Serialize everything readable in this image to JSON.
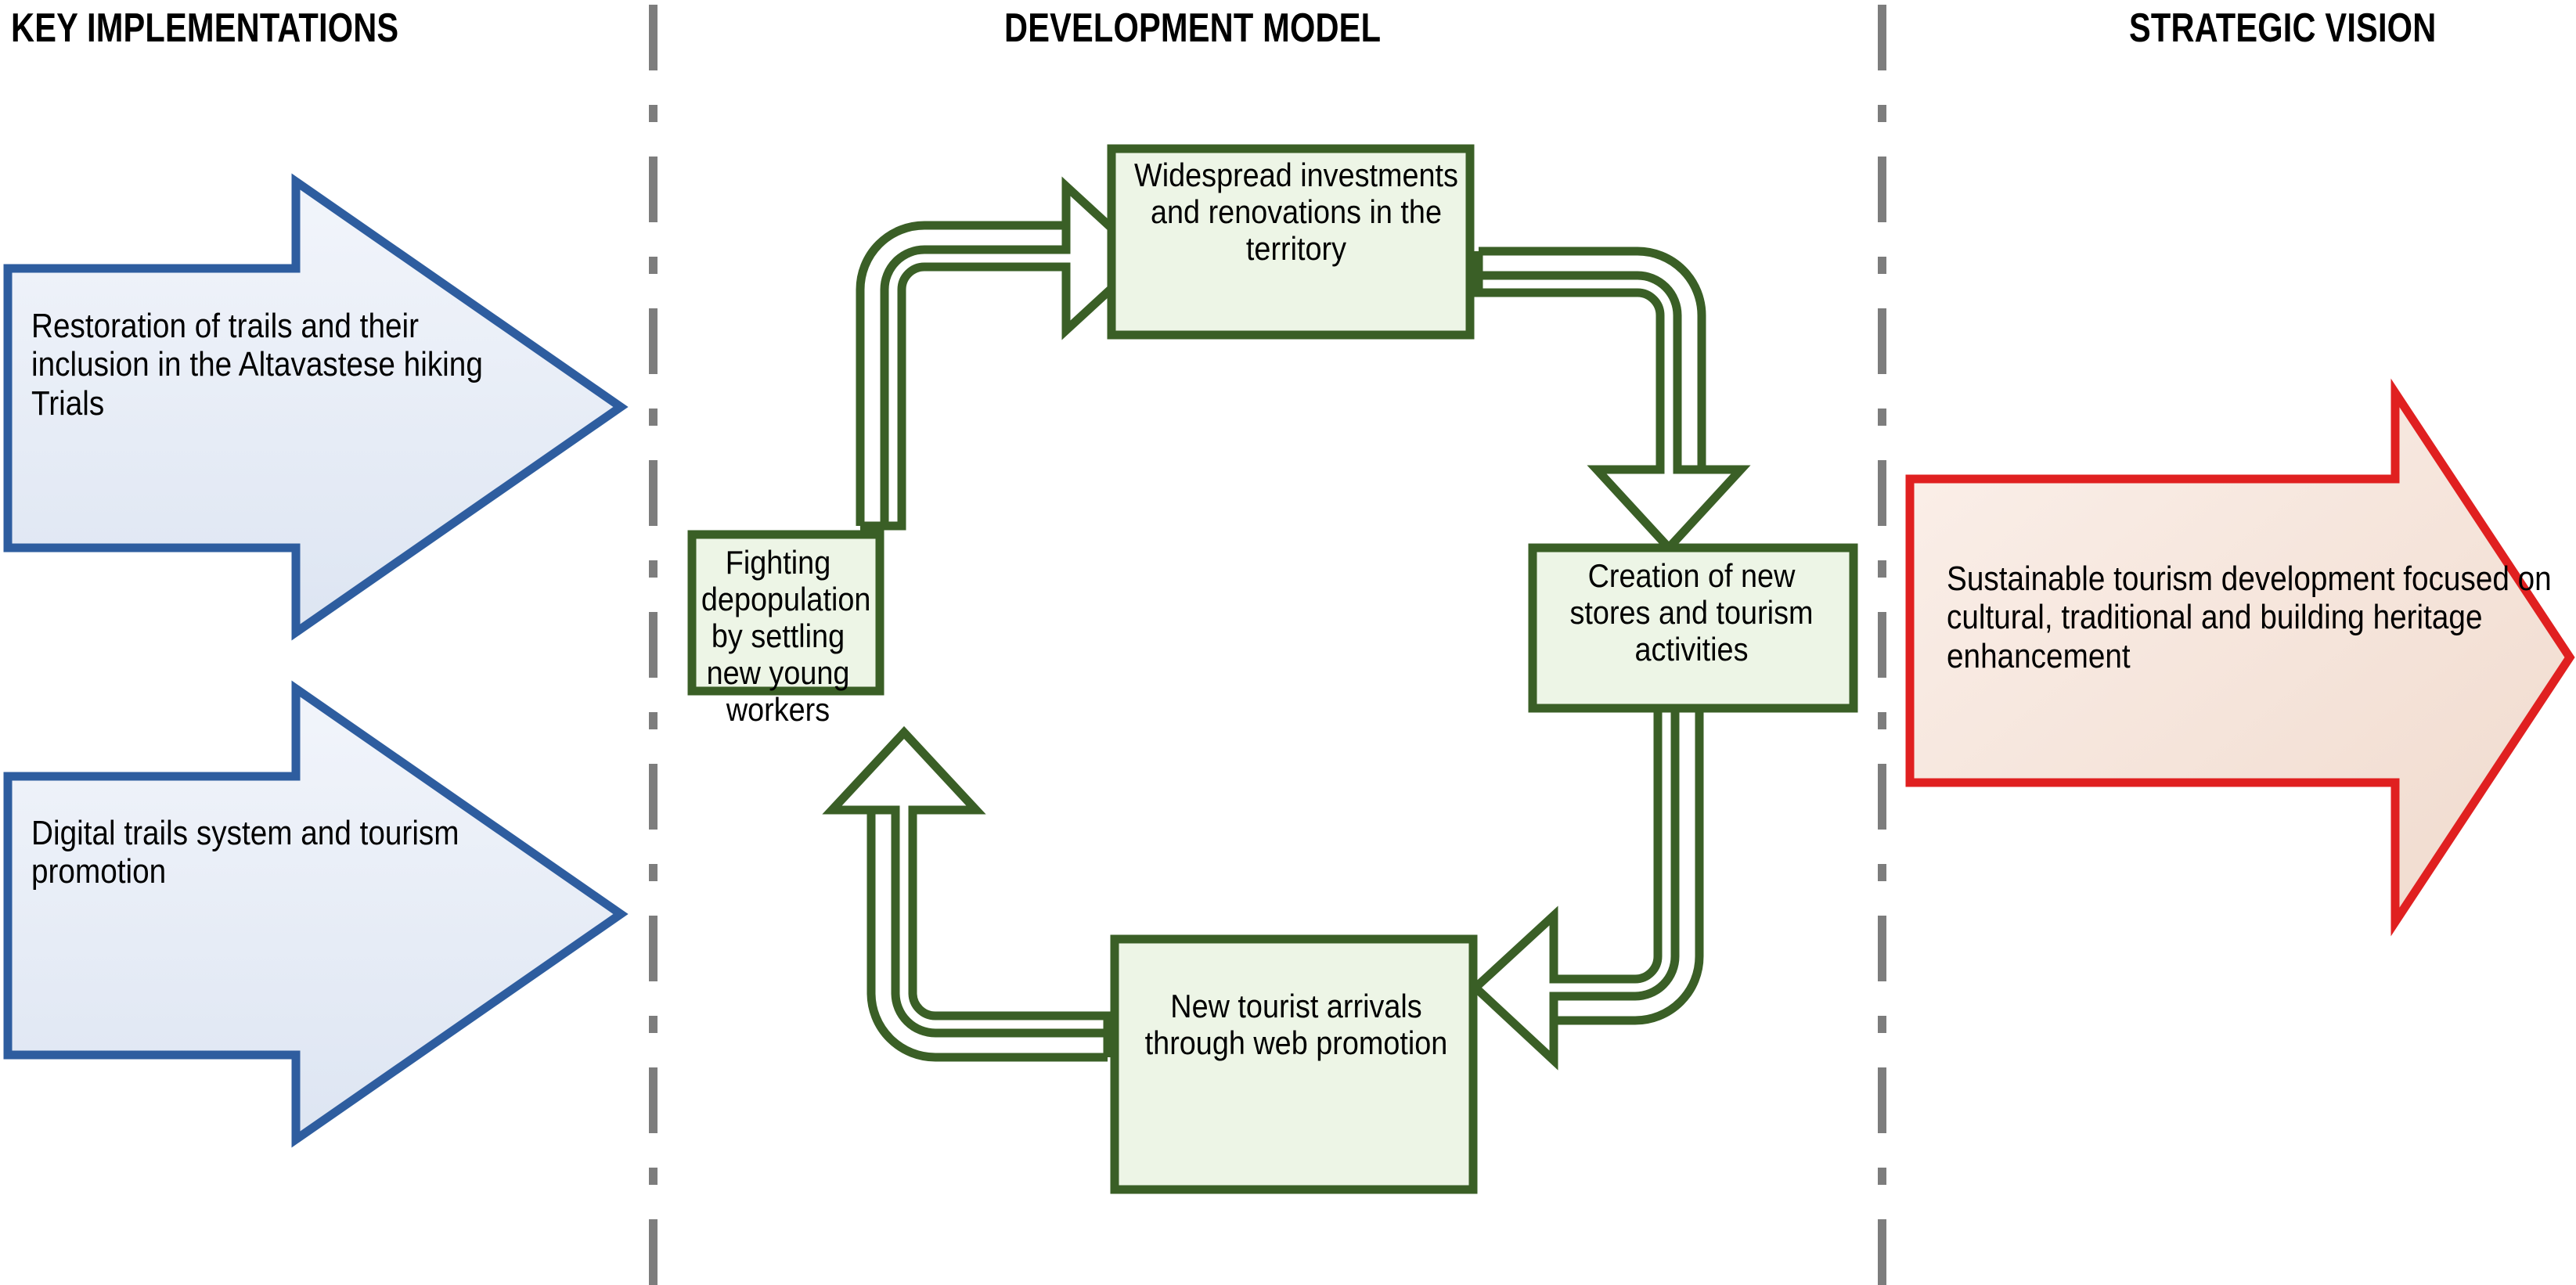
{
  "diagram": {
    "title": "Sustainable tourism development model",
    "columns": [
      {
        "id": "key-implementations",
        "header": "KEY IMPLEMENTATIONS"
      },
      {
        "id": "development-model",
        "header": "DEVELOPMENT MODEL"
      },
      {
        "id": "strategic-vision",
        "header": "STRATEGIC VISION"
      }
    ]
  },
  "key_implementations": {
    "arrows": [
      {
        "id": "restoration-trails",
        "text": "Restoration of trails and their inclusion in the Altavastese hiking Trials"
      },
      {
        "id": "digital-trails",
        "text": "Digital trails system and tourism promotion"
      }
    ]
  },
  "development_model": {
    "cycle_nodes": [
      {
        "id": "widespread-investments",
        "position": "top",
        "text": "Widespread investments and renovations in the territory"
      },
      {
        "id": "creation-new-stores",
        "position": "right",
        "text": "Creation of new stores and tourism activities"
      },
      {
        "id": "new-tourist-arrivals",
        "position": "bottom",
        "text": "New tourist arrivals through web promotion"
      },
      {
        "id": "fighting-depopulation",
        "position": "left",
        "text": "Fighting depopulation by settling new young workers"
      }
    ],
    "cycle_links": [
      {
        "from": "fighting-depopulation",
        "to": "widespread-investments"
      },
      {
        "from": "widespread-investments",
        "to": "creation-new-stores"
      },
      {
        "from": "creation-new-stores",
        "to": "new-tourist-arrivals"
      },
      {
        "from": "new-tourist-arrivals",
        "to": "fighting-depopulation"
      }
    ]
  },
  "strategic_vision": {
    "arrow": {
      "id": "sustainable-tourism",
      "text": "Sustainable tourism development focused on cultural, traditional and building heritage enhancement"
    }
  },
  "colors": {
    "blue_stroke": "#2e5d9f",
    "blue_fill_light": "#eef2f9",
    "blue_fill_dark": "#dee5f2",
    "green_stroke": "#3a5f26",
    "green_fill": "#edf5e6",
    "red_stroke": "#e02020",
    "red_fill_light": "#f9ece6",
    "red_fill_dark": "#f2ddd3",
    "divider": "#7d7d7d",
    "text": "#000000",
    "background": "#ffffff"
  }
}
